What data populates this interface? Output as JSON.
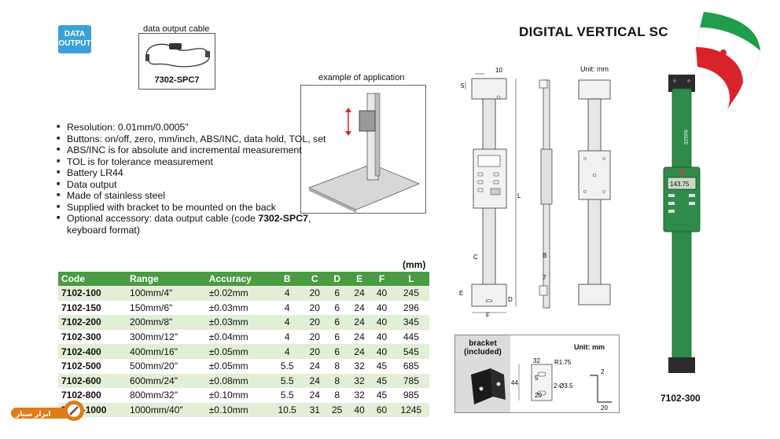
{
  "badge": {
    "line1": "DATA",
    "line2": "OUTPUT"
  },
  "cable": {
    "caption": "data output cable",
    "code": "7302-SPC7"
  },
  "title": "DIGITAL VERTICAL SC",
  "application": {
    "caption": "example of application"
  },
  "features": [
    "Resolution: 0.01mm/0.0005\"",
    "Buttons: on/off, zero, mm/inch, ABS/INC, data hold, TOL, set",
    "ABS/INC is for absolute and incremental measurement",
    "TOL is for tolerance measurement",
    "Battery LR44",
    "Data output",
    "Made of stainless steel",
    "Supplied with bracket to be mounted on the back"
  ],
  "last_feature": {
    "prefix": "Optional accessory: data output cable (code ",
    "code": "7302-SPC7",
    "suffix": ", keyboard format)"
  },
  "table": {
    "unit": "(mm)",
    "headers": [
      "Code",
      "Range",
      "Accuracy",
      "B",
      "C",
      "D",
      "E",
      "F",
      "L"
    ],
    "rows": [
      [
        "7102-100",
        "100mm/4\"",
        "±0.02mm",
        "4",
        "20",
        "6",
        "24",
        "40",
        "245"
      ],
      [
        "7102-150",
        "150mm/6\"",
        "±0.03mm",
        "4",
        "20",
        "6",
        "24",
        "40",
        "296"
      ],
      [
        "7102-200",
        "200mm/8\"",
        "±0.03mm",
        "4",
        "20",
        "6",
        "24",
        "40",
        "345"
      ],
      [
        "7102-300",
        "300mm/12\"",
        "±0.04mm",
        "4",
        "20",
        "6",
        "24",
        "40",
        "445"
      ],
      [
        "7102-400",
        "400mm/16\"",
        "±0.05mm",
        "4",
        "20",
        "6",
        "24",
        "40",
        "545"
      ],
      [
        "7102-500",
        "500mm/20\"",
        "±0.05mm",
        "5.5",
        "24",
        "8",
        "32",
        "45",
        "685"
      ],
      [
        "7102-600",
        "600mm/24\"",
        "±0.08mm",
        "5.5",
        "24",
        "8",
        "32",
        "45",
        "785"
      ],
      [
        "7102-800",
        "800mm/32\"",
        "±0.10mm",
        "5.5",
        "24",
        "8",
        "32",
        "45",
        "985"
      ],
      [
        "7102-1000",
        "1000mm/40\"",
        "±0.10mm",
        "10.5",
        "31",
        "25",
        "40",
        "60",
        "1245"
      ]
    ]
  },
  "drawing": {
    "unit": "Unit: mm",
    "dims": {
      "top": "10",
      "left": "5",
      "length": "L",
      "c": "C",
      "b": "B",
      "seven": "7",
      "e": "E",
      "d": "D",
      "f": "F"
    }
  },
  "bracket": {
    "caption1": "bracket",
    "caption2": "(included)",
    "unit": "Unit: mm",
    "dims": {
      "w": "32",
      "r": "R1.75",
      "five": "5",
      "h": "44",
      "hole": "2-Ø3.5",
      "twenty": "20",
      "two": "2",
      "twenty_b": "20"
    }
  },
  "product": {
    "display": "143.75",
    "brand": "INSIZE",
    "model": "7102-300"
  },
  "logo": {
    "text": "ابزار سیار"
  },
  "colors": {
    "header_green": "#4b9a44",
    "stripe": "#e2eed6",
    "badge_blue": "#3aa1db",
    "product_green": "#2e8b4a"
  }
}
